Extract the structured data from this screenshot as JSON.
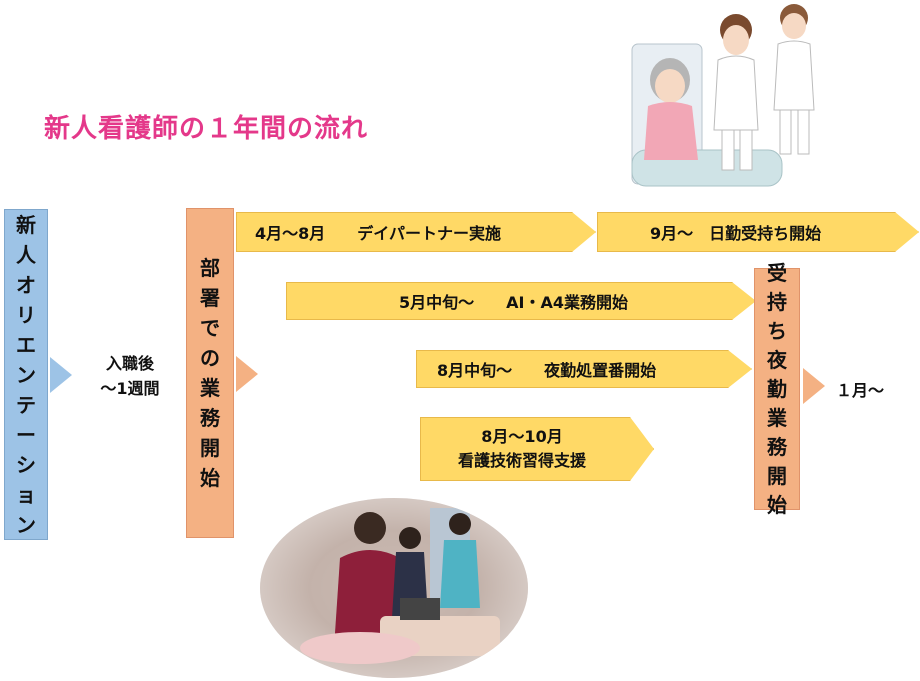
{
  "title": "新人看護師の１年間の流れ",
  "orientation": [
    "新",
    "人",
    "オ",
    "リ",
    "エ",
    "ン",
    "テ",
    "ー",
    "シ",
    "ョ",
    "ン"
  ],
  "after_hire": {
    "line1": "入職後",
    "line2": "～1週間"
  },
  "dept_start": [
    "部",
    "署",
    "で",
    "の",
    "業",
    "務",
    "開",
    "始"
  ],
  "bars": {
    "bar1": "4月～8月　　デイパートナー実施",
    "bar2": "9月～　日勤受持ち開始",
    "bar3": "5月中旬～　　AI・A4業務開始",
    "bar4": "8月中旬～　　夜勤処置番開始",
    "bar5_line1": "8月～10月",
    "bar5_line2": "看護技術習得支援"
  },
  "night_duty": [
    "受",
    "持",
    "ち",
    "夜",
    "勤",
    "業",
    "務",
    "開",
    "始"
  ],
  "january": "１月～",
  "colors": {
    "title": "#e4388a",
    "blue": "#9dc3e6",
    "orange": "#f4b183",
    "yellow": "#ffd966"
  },
  "images": {
    "top_right": "nurses-with-patient-illustration",
    "bottom": "training-session-photo"
  }
}
